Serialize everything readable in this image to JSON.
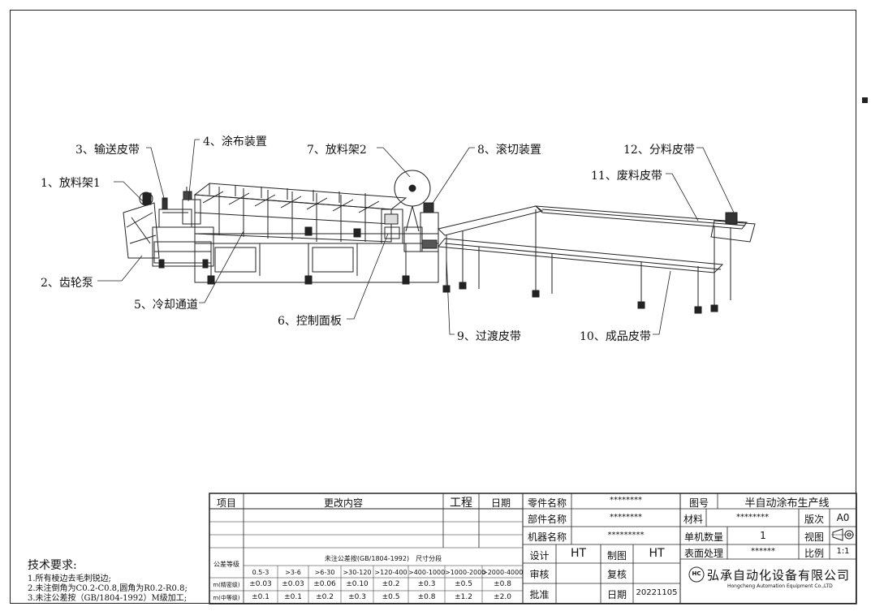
{
  "drawing": {
    "labels": [
      {
        "id": "l1",
        "text": "1、放料架1"
      },
      {
        "id": "l2",
        "text": "2、齿轮泵"
      },
      {
        "id": "l3",
        "text": "3、输送皮带"
      },
      {
        "id": "l4",
        "text": "4、涂布装置"
      },
      {
        "id": "l5",
        "text": "5、冷却通道"
      },
      {
        "id": "l6",
        "text": "6、控制面板"
      },
      {
        "id": "l7",
        "text": "7、放料架2"
      },
      {
        "id": "l8",
        "text": "8、滚切装置"
      },
      {
        "id": "l9",
        "text": "9、过渡皮带"
      },
      {
        "id": "l10",
        "text": "10、成品皮带"
      },
      {
        "id": "l11",
        "text": "11、废料皮带"
      },
      {
        "id": "l12",
        "text": "12、分料皮带"
      }
    ]
  },
  "tech": {
    "title": "技术要求:",
    "lines": [
      "1.所有棱边去毛刺锐边;",
      "2.未注倒角为C0.2-C0.8,圆角为R0.2-R0.8;",
      "3.未注公差按（GB/1804-1992）M级加工;"
    ]
  },
  "revision": {
    "headers": {
      "item": "项目",
      "content": "更改内容",
      "eng": "工程",
      "date": "日期"
    }
  },
  "tolerance": {
    "grade_label": "公差等级",
    "title": "未注公差按(GB/1804-1992)　尺寸分段",
    "ranges": [
      "0.5-3",
      ">3-6",
      ">6-30",
      ">30-120",
      ">120-400",
      ">400-1000",
      ">1000-2000",
      ">2000-4000"
    ],
    "rows": [
      {
        "label": "m(精密级)",
        "values": [
          "±0.03",
          "±0.03",
          "±0.06",
          "±0.10",
          "±0.2",
          "±0.3",
          "±0.5",
          "±0.8"
        ]
      },
      {
        "label": "m(中等级)",
        "values": [
          "±0.1",
          "±0.1",
          "±0.2",
          "±0.3",
          "±0.5",
          "±0.8",
          "±1.2",
          "±2.0"
        ]
      }
    ]
  },
  "titleblock": {
    "part_name_label": "零件名称",
    "part_name": "********",
    "component_label": "部件名称",
    "component": "********",
    "machine_label": "机器名称",
    "machine": "*********",
    "drawing_no_label": "图号",
    "drawing_no": "半自动涂布生产线",
    "material_label": "材料",
    "material": "********",
    "version_label": "版次",
    "version": "A0",
    "qty_label": "单机数量",
    "qty": "1",
    "view_label": "视图",
    "surface_label": "表面处理",
    "surface": "******",
    "scale_label": "比例",
    "scale": "1:1",
    "design_label": "设计",
    "designer": "HT",
    "draw_label": "制图",
    "drafter": "HT",
    "review_label": "审核",
    "recheck_label": "复核",
    "approve_label": "批准",
    "date_label": "日期",
    "date": "20221105",
    "company_cn": "弘承自动化设备有限公司",
    "company_en": "Hongcheng Automation Equipment Co.,LTD",
    "logo_text": "HC"
  }
}
